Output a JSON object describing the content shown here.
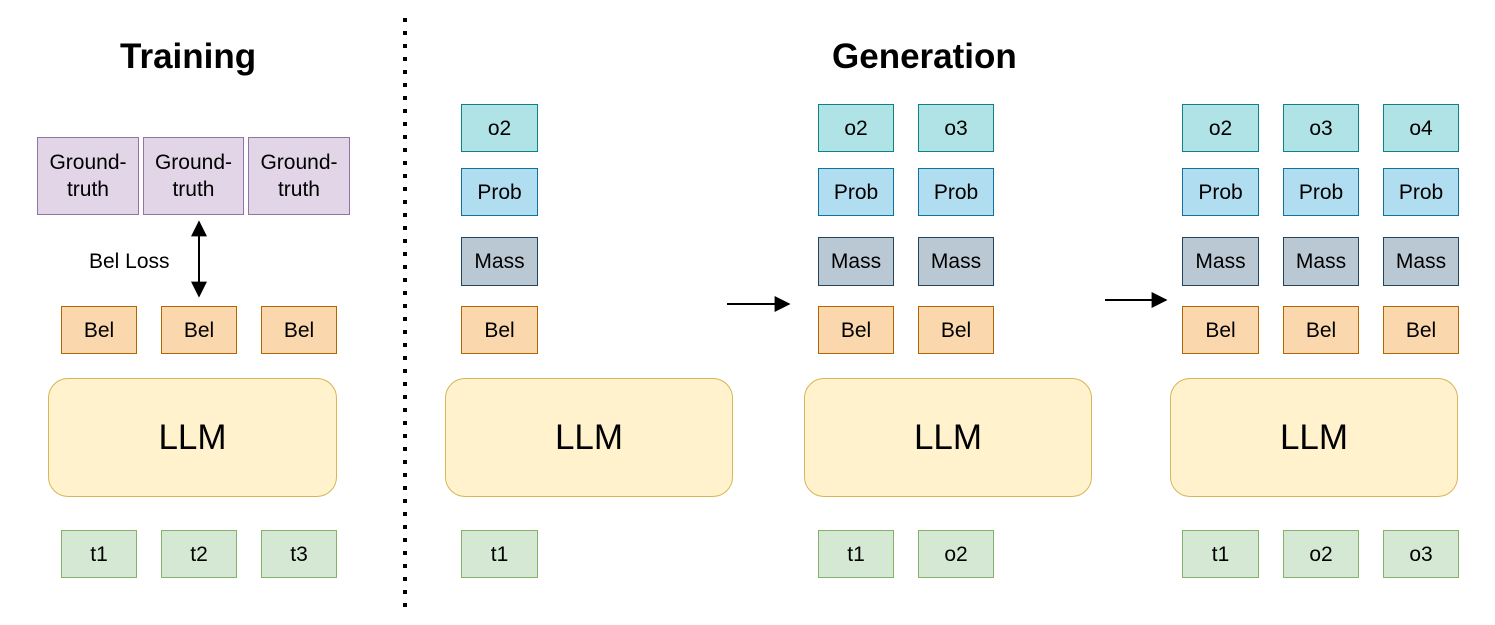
{
  "titles": {
    "training": "Training",
    "generation": "Generation"
  },
  "training": {
    "ground_truth": [
      "Ground-\ntruth",
      "Ground-\ntruth",
      "Ground-\ntruth"
    ],
    "loss_label": "Bel Loss",
    "bel": [
      "Bel",
      "Bel",
      "Bel"
    ],
    "llm": "LLM",
    "inputs": [
      "t1",
      "t2",
      "t3"
    ]
  },
  "generation": {
    "step1": {
      "outputs": [
        "o2"
      ],
      "prob": [
        "Prob"
      ],
      "mass": [
        "Mass"
      ],
      "bel": [
        "Bel"
      ],
      "llm": "LLM",
      "inputs": [
        "t1"
      ]
    },
    "step2": {
      "outputs": [
        "o2",
        "o3"
      ],
      "prob": [
        "Prob",
        "Prob"
      ],
      "mass": [
        "Mass",
        "Mass"
      ],
      "bel": [
        "Bel",
        "Bel"
      ],
      "llm": "LLM",
      "inputs": [
        "t1",
        "o2"
      ]
    },
    "step3": {
      "outputs": [
        "o2",
        "o3",
        "o4"
      ],
      "prob": [
        "Prob",
        "Prob",
        "Prob"
      ],
      "mass": [
        "Mass",
        "Mass",
        "Mass"
      ],
      "bel": [
        "Bel",
        "Bel",
        "Bel"
      ],
      "llm": "LLM",
      "inputs": [
        "t1",
        "o2",
        "o3"
      ]
    }
  },
  "colors": {
    "ground_truth_fill": "#e1d5e7",
    "output_fill": "#b0e3e6",
    "prob_fill": "#b1ddf0",
    "mass_fill": "#bac8d3",
    "bel_fill": "#fad7ac",
    "llm_fill": "#fff2cc",
    "token_fill": "#d5e8d4"
  }
}
